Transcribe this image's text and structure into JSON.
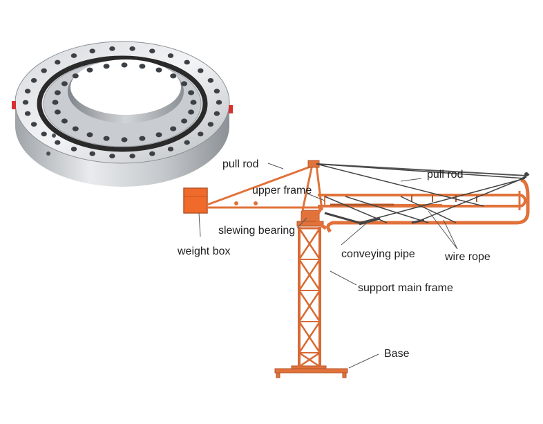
{
  "labels": {
    "pull_rod_left": "pull rod",
    "pull_rod_right": "pull rod",
    "upper_frame": "upper frame",
    "slewing_bearing": "slewing bearing",
    "weight_box": "weight box",
    "conveying_pipe": "conveying pipe",
    "wire_rope": "wire rope",
    "support_main_frame": "support main frame",
    "base": "Base"
  },
  "colors": {
    "frame": "#e0723a",
    "frame_dark": "#b4552a",
    "weight_box": "#f06a2a",
    "wire": "#444444",
    "bearing_light": "#e6e8ea",
    "bearing_mid": "#b8bcc0",
    "bearing_dark": "#6e7378",
    "seal": "#2a2a2a",
    "marker": "#d83030"
  }
}
